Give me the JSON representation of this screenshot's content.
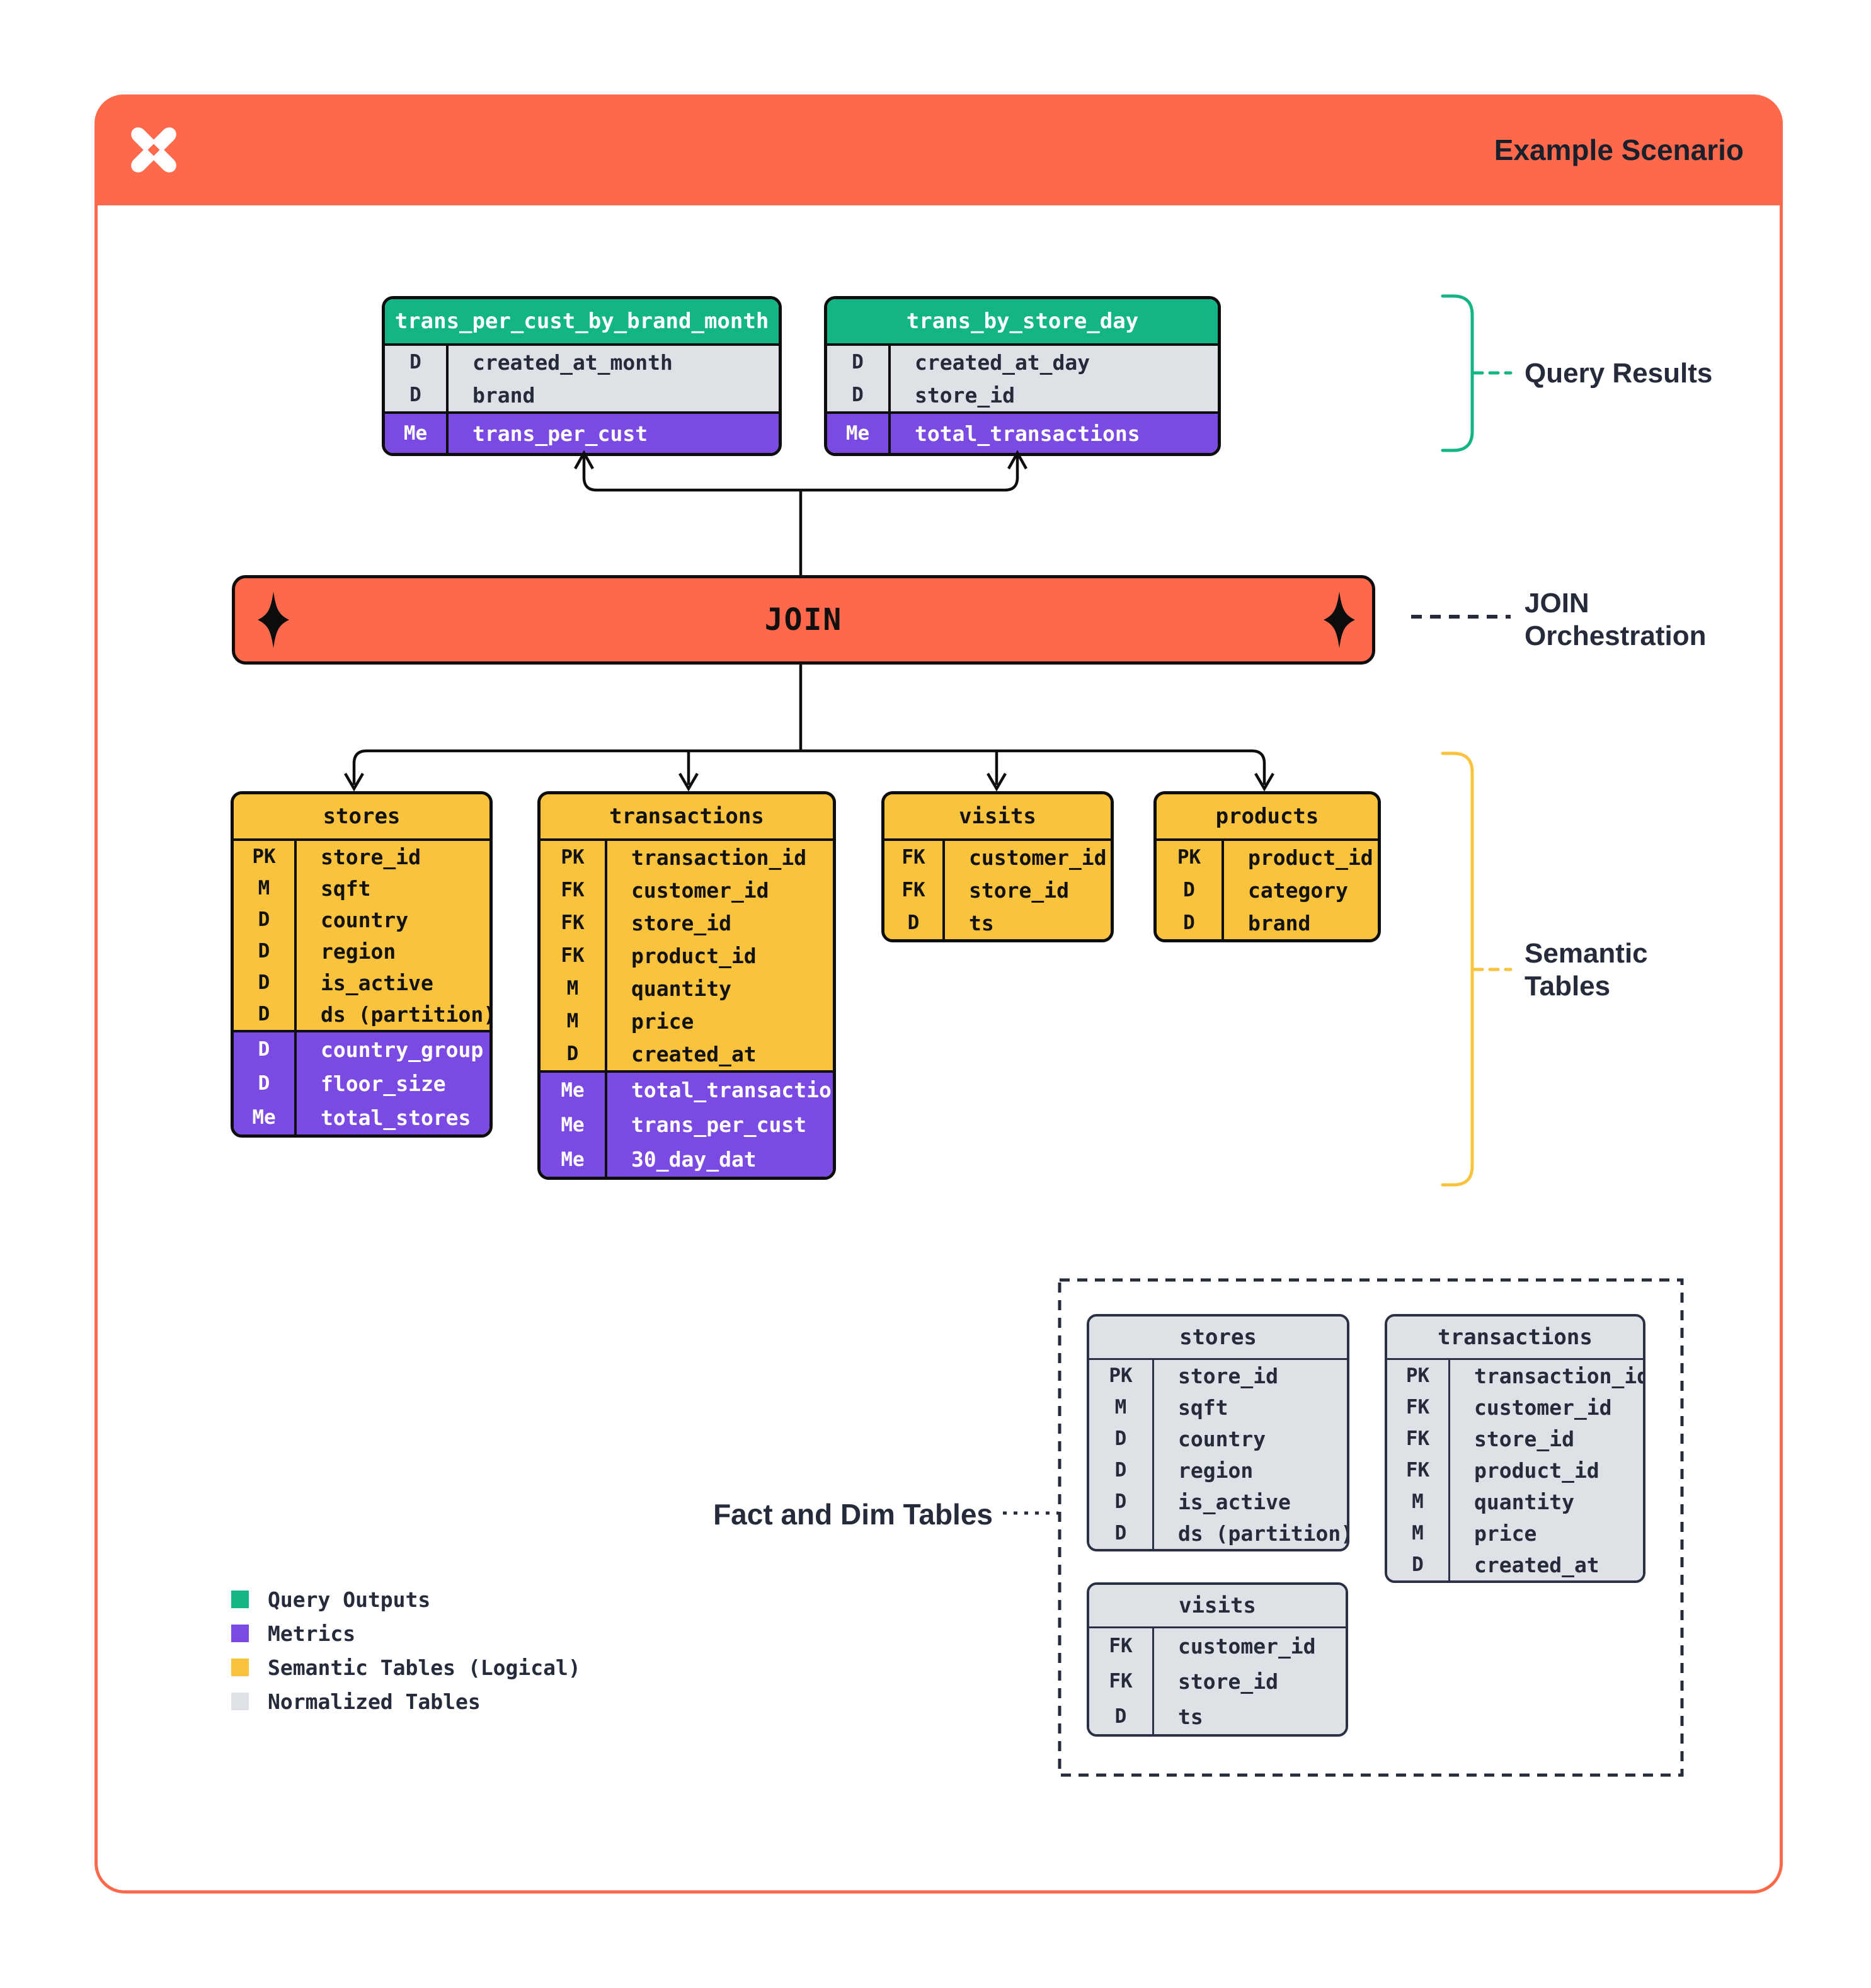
{
  "header": {
    "title": "Example Scenario",
    "logo_icon": "pinwheel-x-logo"
  },
  "join": {
    "label": "JOIN",
    "left_icon": "sparkle-diamond-icon",
    "right_icon": "sparkle-diamond-icon"
  },
  "annotations": {
    "query_results": "Query Results",
    "join_orchestration_line1": "JOIN",
    "join_orchestration_line2": "Orchestration",
    "semantic_line1": "Semantic",
    "semantic_line2": "Tables",
    "fact_dim": "Fact and Dim Tables"
  },
  "query_output_tables": [
    {
      "title": "trans_per_cust_by_brand_month",
      "dims": [
        {
          "key": "D",
          "name": "created_at_month"
        },
        {
          "key": "D",
          "name": "brand"
        }
      ],
      "metrics": [
        {
          "key": "Me",
          "name": "trans_per_cust"
        }
      ]
    },
    {
      "title": "trans_by_store_day",
      "dims": [
        {
          "key": "D",
          "name": "created_at_day"
        },
        {
          "key": "D",
          "name": "store_id"
        }
      ],
      "metrics": [
        {
          "key": "Me",
          "name": "total_transactions"
        }
      ]
    }
  ],
  "semantic_tables": [
    {
      "title": "stores",
      "fields": [
        {
          "key": "PK",
          "name": "store_id"
        },
        {
          "key": "M",
          "name": "sqft"
        },
        {
          "key": "D",
          "name": "country"
        },
        {
          "key": "D",
          "name": "region"
        },
        {
          "key": "D",
          "name": "is_active"
        },
        {
          "key": "D",
          "name": "ds (partition)"
        }
      ],
      "derived": [
        {
          "key": "D",
          "name": "country_group"
        },
        {
          "key": "D",
          "name": "floor_size"
        },
        {
          "key": "Me",
          "name": "total_stores"
        }
      ]
    },
    {
      "title": "transactions",
      "fields": [
        {
          "key": "PK",
          "name": "transaction_id"
        },
        {
          "key": "FK",
          "name": "customer_id"
        },
        {
          "key": "FK",
          "name": "store_id"
        },
        {
          "key": "FK",
          "name": "product_id"
        },
        {
          "key": "M",
          "name": "quantity"
        },
        {
          "key": "M",
          "name": "price"
        },
        {
          "key": "D",
          "name": "created_at"
        }
      ],
      "derived": [
        {
          "key": "Me",
          "name": "total_transactions"
        },
        {
          "key": "Me",
          "name": "trans_per_cust"
        },
        {
          "key": "Me",
          "name": "30_day_dat"
        }
      ]
    },
    {
      "title": "visits",
      "fields": [
        {
          "key": "FK",
          "name": "customer_id"
        },
        {
          "key": "FK",
          "name": "store_id"
        },
        {
          "key": "D",
          "name": "ts"
        }
      ],
      "derived": []
    },
    {
      "title": "products",
      "fields": [
        {
          "key": "PK",
          "name": "product_id"
        },
        {
          "key": "D",
          "name": "category"
        },
        {
          "key": "D",
          "name": "brand"
        }
      ],
      "derived": []
    }
  ],
  "normalized_tables": [
    {
      "title": "stores",
      "fields": [
        {
          "key": "PK",
          "name": "store_id"
        },
        {
          "key": "M",
          "name": "sqft"
        },
        {
          "key": "D",
          "name": "country"
        },
        {
          "key": "D",
          "name": "region"
        },
        {
          "key": "D",
          "name": "is_active"
        },
        {
          "key": "D",
          "name": "ds (partition)"
        }
      ]
    },
    {
      "title": "transactions",
      "fields": [
        {
          "key": "PK",
          "name": "transaction_id"
        },
        {
          "key": "FK",
          "name": "customer_id"
        },
        {
          "key": "FK",
          "name": "store_id"
        },
        {
          "key": "FK",
          "name": "product_id"
        },
        {
          "key": "M",
          "name": "quantity"
        },
        {
          "key": "M",
          "name": "price"
        },
        {
          "key": "D",
          "name": "created_at"
        }
      ]
    },
    {
      "title": "visits",
      "fields": [
        {
          "key": "FK",
          "name": "customer_id"
        },
        {
          "key": "FK",
          "name": "store_id"
        },
        {
          "key": "D",
          "name": "ts"
        }
      ]
    }
  ],
  "legend": [
    {
      "label": "Query Outputs",
      "color": "#14B584"
    },
    {
      "label": "Metrics",
      "color": "#7B4AE2"
    },
    {
      "label": "Semantic Tables (Logical)",
      "color": "#FAC33D"
    },
    {
      "label": "Normalized Tables",
      "color": "#DEE1E6"
    }
  ],
  "colors": {
    "orange": "#FF694B",
    "green": "#14B584",
    "purple": "#7B4AE2",
    "yellow": "#FAC33D",
    "gray": "#DEE1E6",
    "navy": "#252B3B",
    "line_black": "#0D0D0D"
  }
}
